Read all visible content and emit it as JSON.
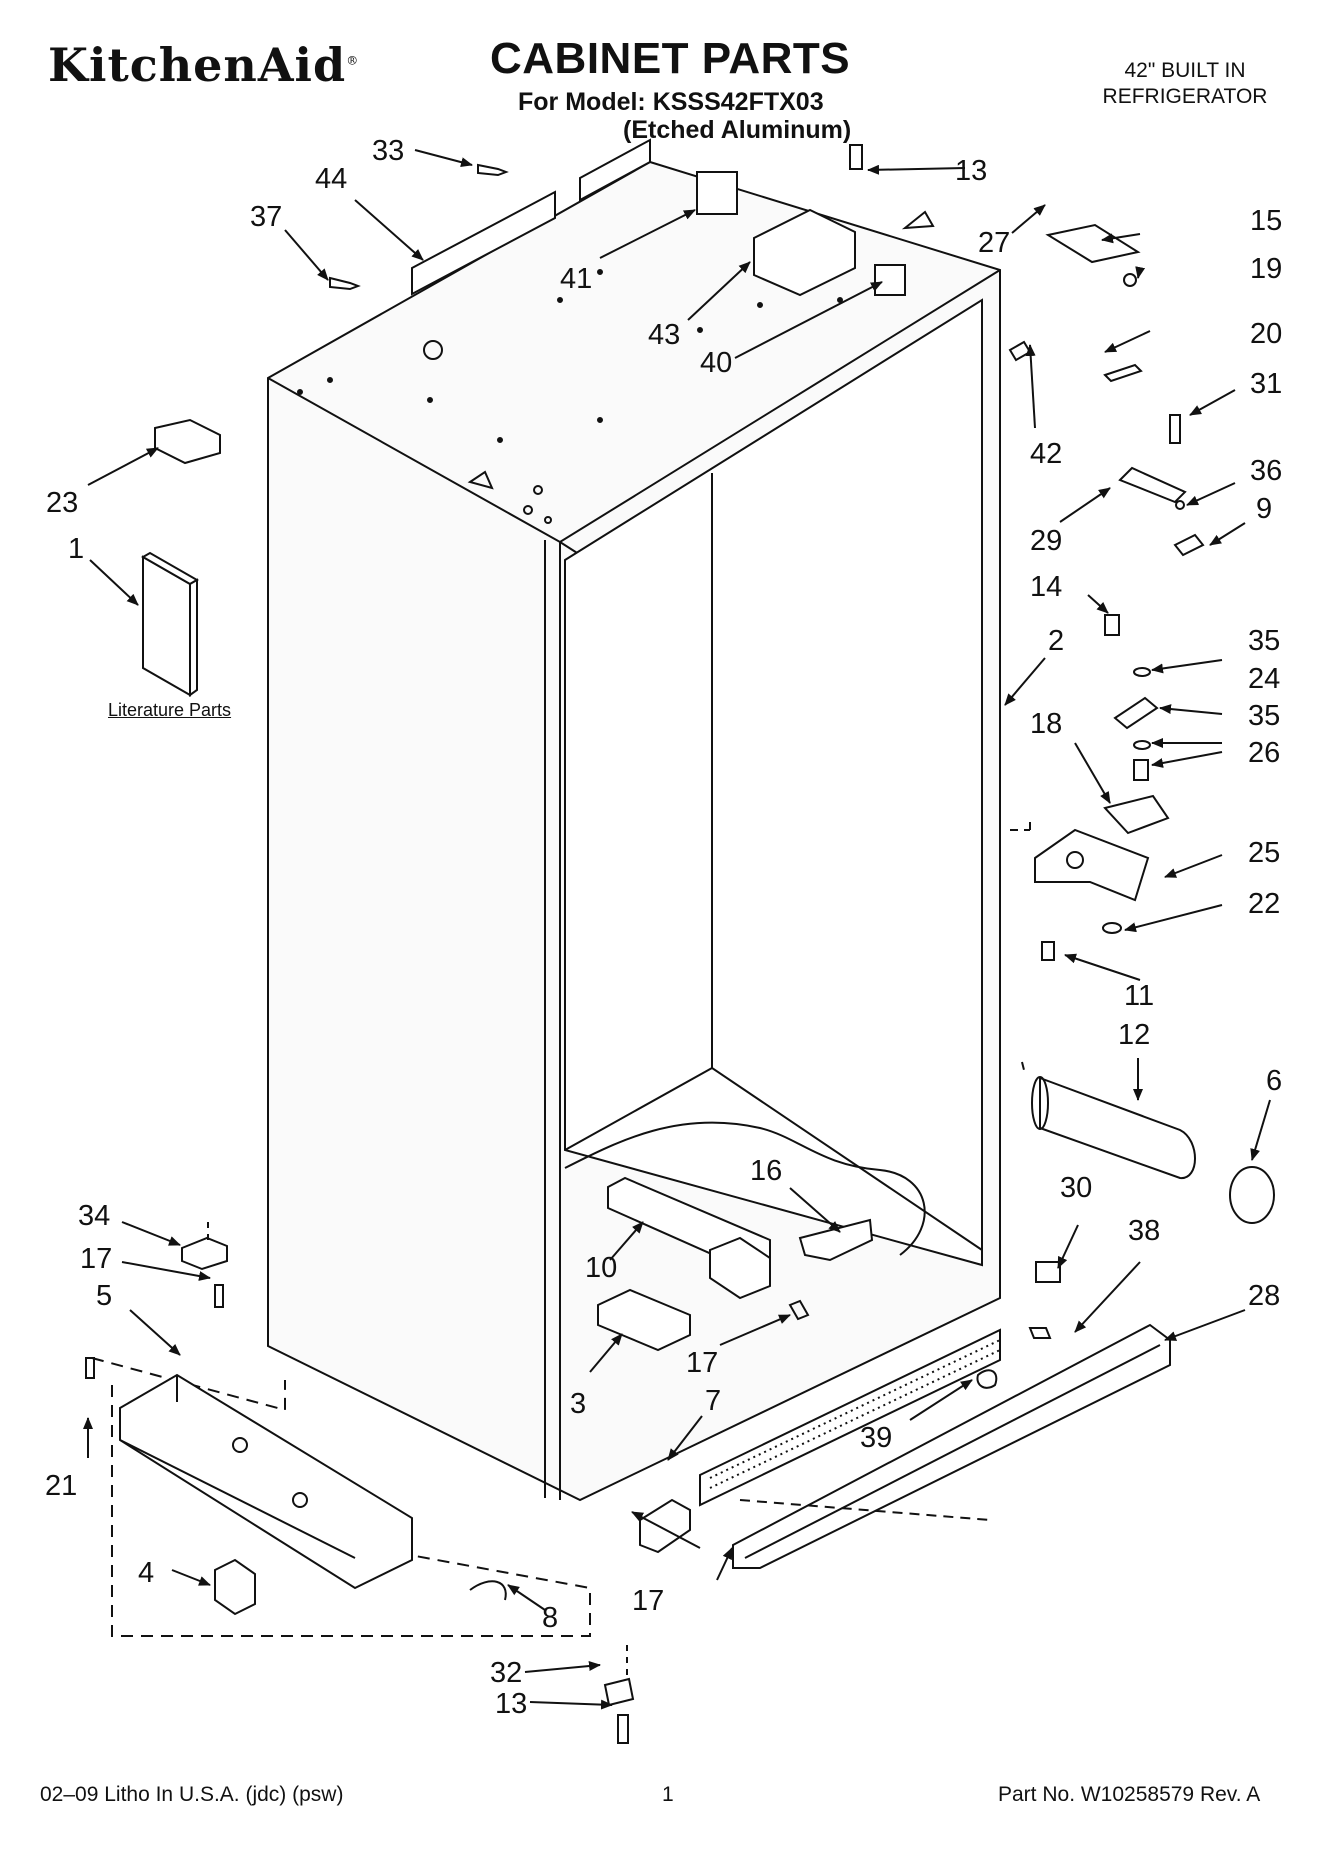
{
  "header": {
    "brand": "KitchenAid",
    "brand_mark": "®",
    "title": "CABINET PARTS",
    "model_line": "For Model: KSSS42FTX03",
    "finish_line": "(Etched Aluminum)",
    "product_line1": "42\" BUILT IN",
    "product_line2": "REFRIGERATOR"
  },
  "diagram": {
    "literature_label": "Literature Parts",
    "callouts": [
      {
        "id": "c1",
        "label": "33"
      },
      {
        "id": "c2",
        "label": "44"
      },
      {
        "id": "c3",
        "label": "37"
      },
      {
        "id": "c4",
        "label": "41"
      },
      {
        "id": "c5",
        "label": "43"
      },
      {
        "id": "c6",
        "label": "40"
      },
      {
        "id": "c7",
        "label": "13"
      },
      {
        "id": "c8",
        "label": "27"
      },
      {
        "id": "c9",
        "label": "15"
      },
      {
        "id": "c10",
        "label": "19"
      },
      {
        "id": "c11",
        "label": "20"
      },
      {
        "id": "c12",
        "label": "31"
      },
      {
        "id": "c13",
        "label": "42"
      },
      {
        "id": "c14",
        "label": "36"
      },
      {
        "id": "c15",
        "label": "9"
      },
      {
        "id": "c16",
        "label": "29"
      },
      {
        "id": "c17",
        "label": "23"
      },
      {
        "id": "c18",
        "label": "1"
      },
      {
        "id": "c19",
        "label": "14"
      },
      {
        "id": "c20",
        "label": "2"
      },
      {
        "id": "c21",
        "label": "35"
      },
      {
        "id": "c22",
        "label": "24"
      },
      {
        "id": "c23",
        "label": "35"
      },
      {
        "id": "c24",
        "label": "18"
      },
      {
        "id": "c25",
        "label": "26"
      },
      {
        "id": "c26",
        "label": "25"
      },
      {
        "id": "c27",
        "label": "22"
      },
      {
        "id": "c28",
        "label": "11"
      },
      {
        "id": "c29",
        "label": "12"
      },
      {
        "id": "c30",
        "label": "6"
      },
      {
        "id": "c31",
        "label": "16"
      },
      {
        "id": "c32",
        "label": "30"
      },
      {
        "id": "c33",
        "label": "38"
      },
      {
        "id": "c34",
        "label": "34"
      },
      {
        "id": "c35",
        "label": "17"
      },
      {
        "id": "c36",
        "label": "5"
      },
      {
        "id": "c37",
        "label": "10"
      },
      {
        "id": "c38",
        "label": "28"
      },
      {
        "id": "c39",
        "label": "17"
      },
      {
        "id": "c40",
        "label": "7"
      },
      {
        "id": "c41",
        "label": "39"
      },
      {
        "id": "c42",
        "label": "3"
      },
      {
        "id": "c43",
        "label": "21"
      },
      {
        "id": "c44",
        "label": "4"
      },
      {
        "id": "c45",
        "label": "17"
      },
      {
        "id": "c46",
        "label": "8"
      },
      {
        "id": "c47",
        "label": "32"
      },
      {
        "id": "c48",
        "label": "13"
      }
    ]
  },
  "footer": {
    "left": "02–09 Litho In U.S.A. (jdc) (psw)",
    "page": "1",
    "part_no": "Part No. W10258579 Rev. A"
  }
}
